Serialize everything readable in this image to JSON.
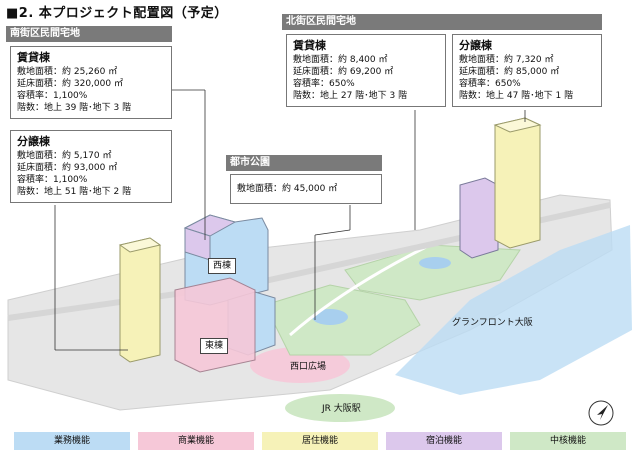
{
  "heading": "■2. 本プロジェクト配置図（予定）",
  "south": {
    "title": "南街区民間宅地",
    "rental": {
      "name": "賃貸棟",
      "lines": [
        "敷地面積：約 25,260 ㎡",
        "延床面積：約 320,000 ㎡",
        "容積率：1,100%",
        "階数：地上 39 階･地下 3 階"
      ]
    },
    "sale": {
      "name": "分譲棟",
      "lines": [
        "敷地面積：約 5,170 ㎡",
        "延床面積：約 93,000 ㎡",
        "容積率：1,100%",
        "階数：地上 51 階･地下 2 階"
      ]
    }
  },
  "north": {
    "title": "北街区民間宅地",
    "rental": {
      "name": "賃貸棟",
      "lines": [
        "敷地面積：約 8,400 ㎡",
        "延床面積：約 69,200 ㎡",
        "容積率：650%",
        "階数：地上 27 階･地下 3 階"
      ]
    },
    "sale": {
      "name": "分譲棟",
      "lines": [
        "敷地面積：約 7,320 ㎡",
        "延床面積：約 85,000 ㎡",
        "容積率：650%",
        "階数：地上 47 階･地下 1 階"
      ]
    }
  },
  "park": {
    "title": "都市公園",
    "line": "敷地面積：約 45,000 ㎡"
  },
  "map_labels": {
    "west": "西棟",
    "east": "東棟",
    "plaza": "西口広場",
    "station": "JR 大阪駅",
    "grand_front": "グランフロント大阪"
  },
  "legend": [
    {
      "label": "業務機能",
      "color": "#bcdcf4"
    },
    {
      "label": "商業機能",
      "color": "#f6c8d8"
    },
    {
      "label": "居住機能",
      "color": "#f6f2b8"
    },
    {
      "label": "宿泊機能",
      "color": "#dcc8ec"
    },
    {
      "label": "中核機能",
      "color": "#cfe8c6"
    }
  ],
  "colors": {
    "panel": "#7a7a7a",
    "office": "#bcdcf4",
    "commercial": "#f6c8d8",
    "residential": "#f6f2b8",
    "hotel": "#dcc8ec",
    "core": "#cfe8c6"
  },
  "icons": [
    "north-arrow-icon"
  ]
}
